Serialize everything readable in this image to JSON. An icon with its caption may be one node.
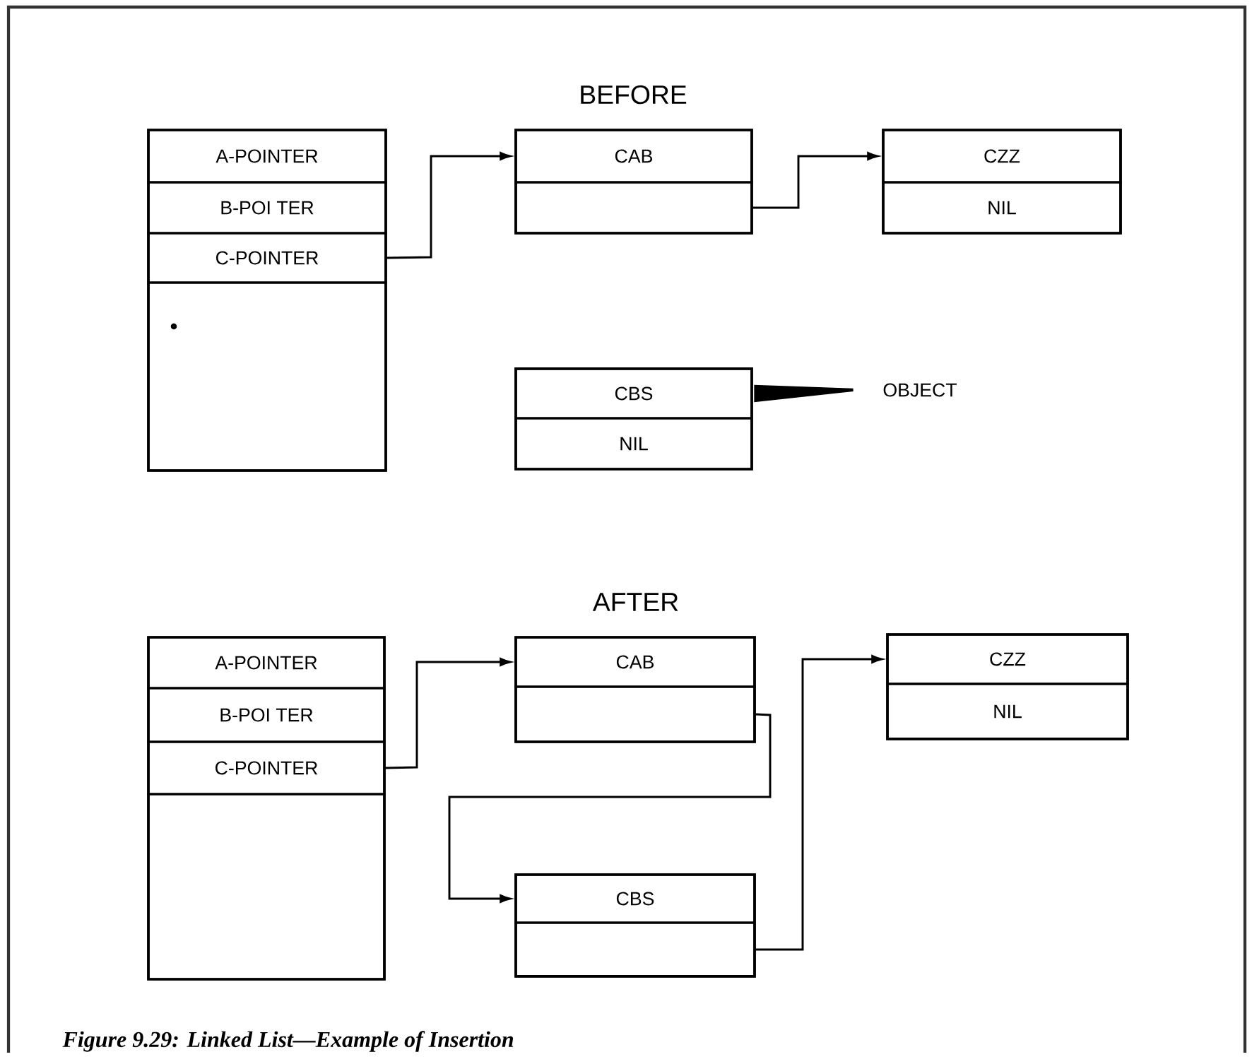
{
  "diagram": {
    "caption": "Figure 9.29: Linked List—Example of Insertion",
    "nodes": [
      {
        "text": [],
        "shape": "box"
      },
      {
        "text": [
          "A-POINTER"
        ],
        "in": 0
      },
      {
        "text": [
          "B-POI TER"
        ],
        "in": 0
      },
      {
        "text": [
          "C-POINTER"
        ],
        "in": 0
      },
      {
        "text": [],
        "shape": "box",
        "in": 0
      },
      {
        "text": [],
        "shape": "box"
      },
      {
        "text": [
          "CAB"
        ],
        "in": 5
      },
      {
        "text": [],
        "shape": "box",
        "in": 5
      },
      {
        "text": [],
        "shape": "box"
      },
      {
        "text": [
          "CZZ"
        ],
        "in": 8
      },
      {
        "text": [
          "NIL"
        ],
        "in": 8
      },
      {
        "text": [],
        "shape": "box"
      },
      {
        "text": [
          "CBS"
        ],
        "in": 11
      },
      {
        "text": [
          "NIL"
        ],
        "in": 11
      },
      {
        "text": [
          "OBJECT"
        ]
      },
      {
        "text": [],
        "shape": "box"
      },
      {
        "text": [
          "A-POINTER"
        ],
        "in": 15
      },
      {
        "text": [
          "B-POI TER"
        ],
        "in": 15
      },
      {
        "text": [
          "C-POINTER"
        ],
        "in": 15
      },
      {
        "text": [],
        "shape": "box",
        "in": 15
      },
      {
        "text": [],
        "shape": "box"
      },
      {
        "text": [
          "CAB"
        ],
        "in": 20
      },
      {
        "text": [],
        "shape": "box",
        "in": 20
      },
      {
        "text": [],
        "shape": "box"
      },
      {
        "text": [
          "CZZ"
        ],
        "in": 23
      },
      {
        "text": [
          "NIL"
        ],
        "in": 23
      },
      {
        "text": [],
        "shape": "box"
      },
      {
        "text": [
          "CBS"
        ],
        "in": 26
      },
      {
        "text": [],
        "shape": "box",
        "in": 26
      }
    ],
    "edges": [
      {
        "from": 3,
        "to": 6,
        "arrow": "to"
      },
      {
        "from": 7,
        "to": 9,
        "arrow": "to"
      },
      {
        "from": 14,
        "to": 12,
        "arrow": "none",
        "style": "thick"
      },
      {
        "from": 18,
        "to": 21,
        "arrow": "to"
      },
      {
        "from": 22,
        "to": 27,
        "arrow": "to"
      },
      {
        "from": 28,
        "to": 24,
        "arrow": "to"
      }
    ],
    "labels": [
      "BEFORE",
      "AFTER"
    ]
  }
}
